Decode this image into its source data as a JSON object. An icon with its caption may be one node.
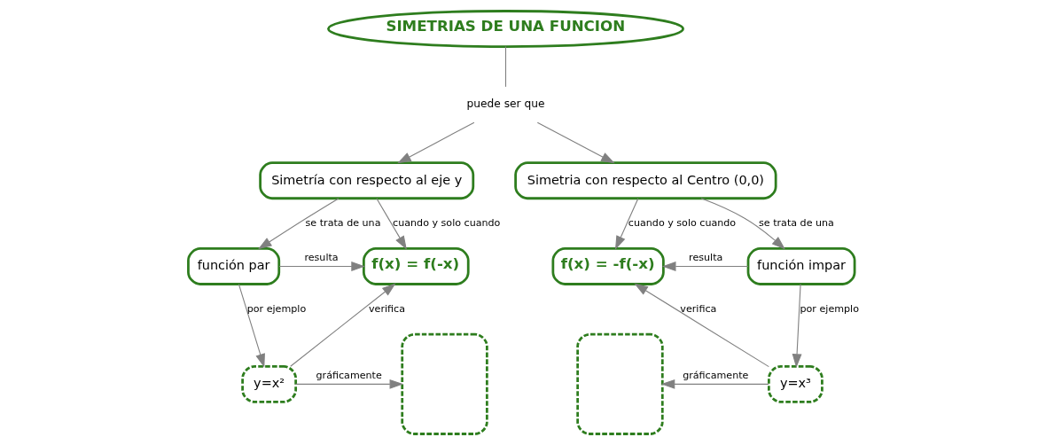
{
  "diagram": {
    "nodes": [
      {
        "text": [
          "SIMETRIAS DE UNA FUNCION"
        ]
      },
      {
        "text": [
          "puede ser que"
        ]
      },
      {
        "text": [
          "Simetría con respecto al eje y"
        ]
      },
      {
        "text": [
          "Simetria con respecto al Centro (0,0)"
        ]
      },
      {
        "text": [
          "función par"
        ]
      },
      {
        "text": [
          "f(x) = f(-x)"
        ]
      },
      {
        "text": [
          "f(x) = -f(-x)"
        ]
      },
      {
        "text": [
          "función impar"
        ]
      },
      {
        "text": [
          "y=x²"
        ]
      },
      {
        "text": [],
        "shape": "box"
      },
      {
        "text": [],
        "shape": "box"
      },
      {
        "text": [
          "y=x³"
        ]
      }
    ],
    "edges": [
      {
        "from": 0,
        "to": 1,
        "arrow": "none"
      },
      {
        "from": 1,
        "to": 2,
        "arrow": "to"
      },
      {
        "from": 1,
        "to": 3,
        "arrow": "to"
      },
      {
        "from": 2,
        "to": 4,
        "arrow": "to",
        "label": "se trata de una"
      },
      {
        "from": 2,
        "to": 5,
        "arrow": "to",
        "label": "cuando y solo cuando"
      },
      {
        "from": 3,
        "to": 6,
        "arrow": "to",
        "label": "cuando y solo cuando"
      },
      {
        "from": 3,
        "to": 7,
        "arrow": "to",
        "label": "se trata de una"
      },
      {
        "from": 4,
        "to": 5,
        "arrow": "to",
        "label": "resulta"
      },
      {
        "from": 7,
        "to": 6,
        "arrow": "to",
        "label": "resulta"
      },
      {
        "from": 4,
        "to": 8,
        "arrow": "to",
        "label": "por ejemplo"
      },
      {
        "from": 8,
        "to": 5,
        "arrow": "to",
        "label": "verifica"
      },
      {
        "from": 8,
        "to": 9,
        "arrow": "to",
        "label": "gráficamente"
      },
      {
        "from": 7,
        "to": 11,
        "arrow": "to",
        "label": "por ejemplo"
      },
      {
        "from": 11,
        "to": 6,
        "arrow": "to",
        "label": "verifica"
      },
      {
        "from": 11,
        "to": 10,
        "arrow": "to",
        "label": "gráficamente"
      }
    ]
  }
}
